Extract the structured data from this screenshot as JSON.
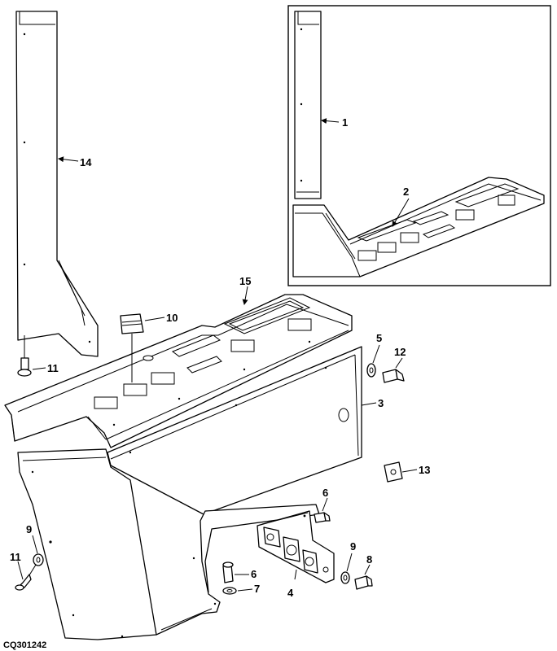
{
  "figure_id": "CQ301242",
  "callouts": {
    "c1": "1",
    "c2": "2",
    "c3": "3",
    "c4": "4",
    "c5": "5",
    "c6a": "6",
    "c6b": "6",
    "c7": "7",
    "c8": "8",
    "c9a": "9",
    "c9b": "9",
    "c10": "10",
    "c11a": "11",
    "c11b": "11",
    "c12": "12",
    "c13": "13",
    "c14": "14",
    "c15": "15"
  }
}
